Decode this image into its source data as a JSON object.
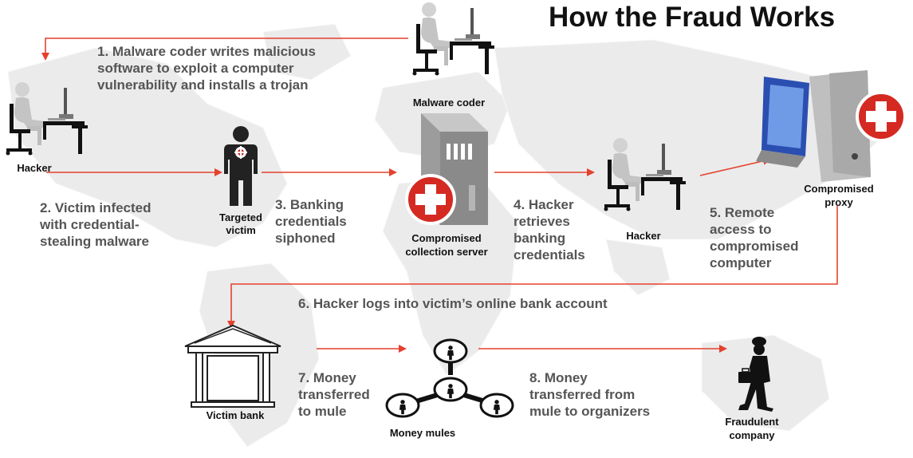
{
  "title": "How the Fraud Works",
  "colors": {
    "arrow": "#e4412e",
    "step_text": "#555555",
    "label_text": "#111111",
    "map": "#e9e9e9",
    "cross_red": "#d42a22"
  },
  "labels": {
    "malware_coder": "Malware coder",
    "hacker_1": "Hacker",
    "targeted_victim": "Targeted\nvictim",
    "collection_server": "Compromised\ncollection server",
    "hacker_2": "Hacker",
    "compromised_proxy": "Compromised\nproxy",
    "victim_bank": "Victim bank",
    "money_mules": "Money mules",
    "fraudulent_company": "Fraudulent\ncompany"
  },
  "steps": {
    "s1": "1. Malware coder writes malicious\nsoftware to exploit a computer\nvulnerability and installs a trojan",
    "s2": "2. Victim infected\nwith credential-\nstealing malware",
    "s3": "3. Banking\ncredentials\nsiphoned",
    "s4": "4. Hacker\nretrieves\nbanking\ncredentials",
    "s5": "5. Remote\naccess to\ncompromised\ncomputer",
    "s6": "6. Hacker logs into victim’s online bank account",
    "s7": "7. Money\ntransferred\nto mule",
    "s8": "8. Money\ntransferred from\nmule to organizers"
  }
}
